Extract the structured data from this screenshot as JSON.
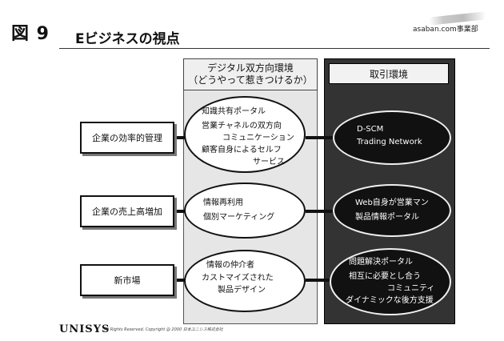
{
  "header": {
    "figure_label": "図 9",
    "title": "Eビジネスの視点",
    "department": "asaban.com事業部"
  },
  "columns": {
    "digital": {
      "title": "デジタル双方向環境",
      "subtitle": "（どうやって惹きつけるか）"
    },
    "trade": {
      "title": "取引環境"
    }
  },
  "rows": [
    {
      "perspective": "企業の効率的管理",
      "digital_lines": [
        "知識共有ポータル",
        "営業チャネルの双方向",
        "コミュニケーション",
        "顧客自身によるセルフ",
        "サービス"
      ],
      "trade_lines": [
        "D-SCM",
        "Trading Network"
      ]
    },
    {
      "perspective": "企業の売上高増加",
      "digital_lines": [
        "情報再利用",
        "個別マーケティング"
      ],
      "trade_lines": [
        "Web自身が営業マン",
        "製品情報ポータル"
      ]
    },
    {
      "perspective": "新市場",
      "digital_lines": [
        "情報の仲介者",
        "カストマイズされた",
        "製品デザイン"
      ],
      "trade_lines": [
        "問題解決ポータル",
        "相互に必要とし合う",
        "コミュニティ",
        "ダイナミックな後方支援"
      ]
    }
  ],
  "footer": {
    "logo": "UNISYS",
    "copyright": "All Rights Reserved, Copyright @ 2000 日本ユニシス株式会社"
  }
}
